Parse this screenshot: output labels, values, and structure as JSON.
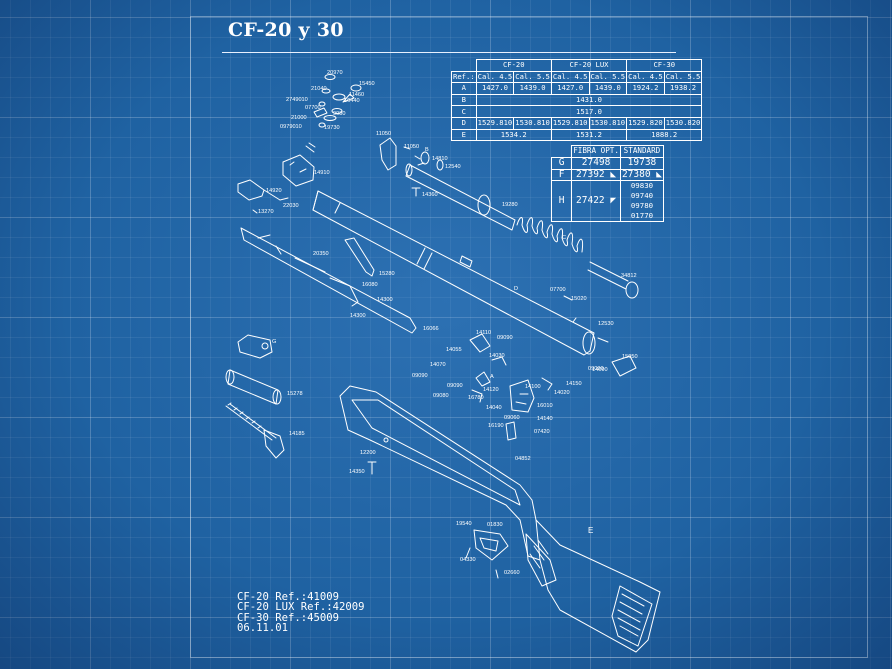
{
  "title": "CF-20 y 30",
  "ref_table": {
    "model_headers": [
      "CF-20",
      "CF-20 LUX",
      "CF-30"
    ],
    "ref_label": "Ref.:",
    "calibers": [
      "Cal. 4.5",
      "Cal. 5.5",
      "Cal. 4.5",
      "Cal. 5.5",
      "Cal. 4.5",
      "Cal. 5.5"
    ],
    "row_a": {
      "key": "A",
      "values": [
        "1427.0",
        "1439.0",
        "1427.0",
        "1439.0",
        "1924.2",
        "1938.2"
      ]
    },
    "row_b": {
      "key": "B",
      "value": "1431.0"
    },
    "row_c": {
      "key": "C",
      "value": "1517.0"
    },
    "row_d": {
      "key": "D",
      "values": [
        "1529.810",
        "1530.810",
        "1529.810",
        "1530.810",
        "1529.820",
        "1530.820"
      ]
    },
    "row_e": {
      "key": "E",
      "values": [
        "1534.2",
        "1531.2",
        "1888.2"
      ]
    }
  },
  "fibra_table": {
    "headers": [
      "FIBRA OPT.",
      "STANDARD"
    ],
    "row_g": {
      "key": "G",
      "fibra": "27498",
      "standard": "19738"
    },
    "row_f": {
      "key": "F",
      "fibra": "27392",
      "standard": "27380"
    },
    "row_h": {
      "key": "H",
      "fibra": "27422",
      "standard": [
        "09830",
        "09740",
        "09780",
        "01770"
      ]
    }
  },
  "part_labels": [
    "20970",
    "15450",
    "21040",
    "2749010",
    "16440",
    "11460",
    "07700",
    "9980",
    "21000",
    "0979010",
    "19730",
    "11050",
    "11050",
    "B",
    "14810",
    "12540",
    "14910",
    "14360",
    "14920",
    "13270",
    "22030",
    "19280",
    "C",
    "20350",
    "15280",
    "34812",
    "16080",
    "14300",
    "14300",
    "07700",
    "15020",
    "D",
    "16066",
    "12530",
    "14110",
    "09090",
    "14055",
    "14030",
    "15050",
    "14070",
    "09090",
    "14090",
    "09090",
    "A",
    "09080",
    "14120",
    "14100",
    "14150",
    "14020",
    "09090",
    "16780",
    "14040",
    "16010",
    "09060",
    "14140",
    "16190",
    "07420",
    "12200",
    "14350",
    "04852",
    "15278",
    "14185",
    "19540",
    "01830",
    "04330",
    "02660",
    "E",
    "G"
  ],
  "notes": [
    "CF-20  Ref.:41009",
    "CF-20  LUX  Ref.:42009",
    "CF-30  Ref.:45009",
    "06.11.01"
  ],
  "colors": {
    "background": "#1f62a2",
    "ink": "#ffffff"
  }
}
